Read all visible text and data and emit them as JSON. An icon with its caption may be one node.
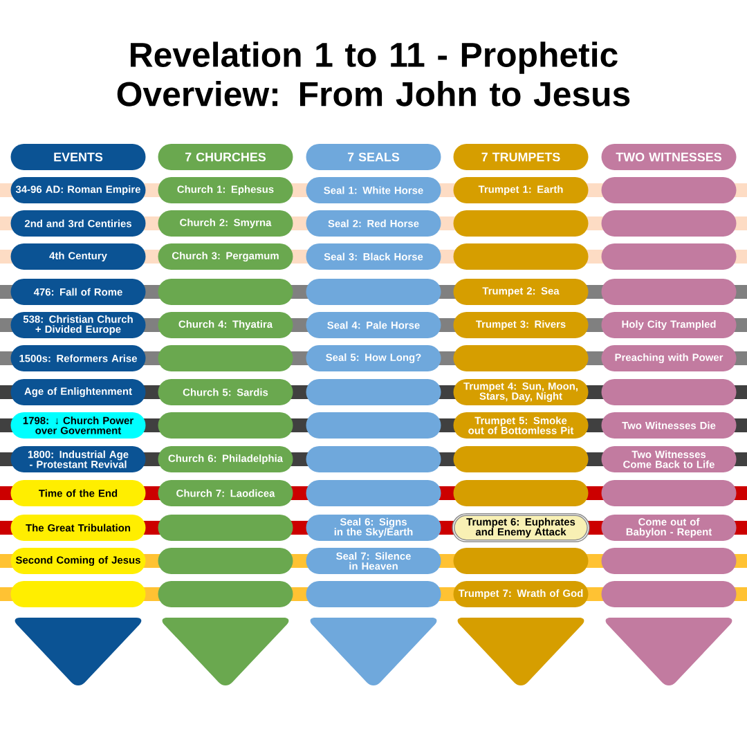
{
  "diagram": {
    "title": "Revelation 1 to 11 - Prophetic Overview: From John to Jesus",
    "nodes": [
      {
        "text": [
          "EVENTS"
        ]
      },
      {
        "text": [
          "7 CHURCHES"
        ]
      },
      {
        "text": [
          "7 SEALS"
        ]
      },
      {
        "text": [
          "7 TRUMPETS"
        ]
      },
      {
        "text": [
          "TWO WITNESSES"
        ]
      },
      {
        "text": [
          "34-96 AD: Roman Empire"
        ]
      },
      {
        "text": [
          "Church 1: Ephesus"
        ]
      },
      {
        "text": [
          "Seal 1: White Horse"
        ]
      },
      {
        "text": [
          "Trumpet 1: Earth"
        ]
      },
      {
        "text": [],
        "shape": "box"
      },
      {
        "text": [
          "2nd and 3rd Centiries"
        ]
      },
      {
        "text": [
          "Church 2: Smyrna"
        ]
      },
      {
        "text": [
          "Seal 2: Red Horse"
        ]
      },
      {
        "text": [],
        "shape": "box"
      },
      {
        "text": [],
        "shape": "box"
      },
      {
        "text": [
          "4th Century"
        ]
      },
      {
        "text": [
          "Church 3: Pergamum"
        ]
      },
      {
        "text": [
          "Seal 3: Black Horse"
        ]
      },
      {
        "text": [],
        "shape": "box"
      },
      {
        "text": [],
        "shape": "box"
      },
      {
        "text": [
          "476: Fall of Rome"
        ]
      },
      {
        "text": [],
        "shape": "box"
      },
      {
        "text": [],
        "shape": "box"
      },
      {
        "text": [
          "Trumpet 2: Sea"
        ]
      },
      {
        "text": [],
        "shape": "box"
      },
      {
        "text": [
          "538: Christian Church + Divided Europe"
        ]
      },
      {
        "text": [
          "Church 4: Thyatira"
        ]
      },
      {
        "text": [
          "Seal 4: Pale Horse"
        ]
      },
      {
        "text": [
          "Trumpet 3: Rivers"
        ]
      },
      {
        "text": [
          "Holy City Trampled"
        ]
      },
      {
        "text": [
          "1500s: Reformers Arise"
        ]
      },
      {
        "text": [],
        "shape": "box"
      },
      {
        "text": [
          "Seal 5: How Long?"
        ]
      },
      {
        "text": [],
        "shape": "box"
      },
      {
        "text": [
          "Preaching with Power"
        ]
      },
      {
        "text": [
          "Age of Enlightenment"
        ]
      },
      {
        "text": [
          "Church 5: Sardis"
        ]
      },
      {
        "text": [],
        "shape": "box"
      },
      {
        "text": [
          "Trumpet 4: Sun, Moon, Stars, Day, Night"
        ]
      },
      {
        "text": [],
        "shape": "box"
      },
      {
        "text": [
          "1798: ↓ Church Power over Government"
        ]
      },
      {
        "text": [],
        "shape": "box"
      },
      {
        "text": [],
        "shape": "box"
      },
      {
        "text": [
          "Trumpet 5: Smoke out of Bottomless Pit"
        ]
      },
      {
        "text": [
          "Two Witnesses Die"
        ]
      },
      {
        "text": [
          "1800: Industrial Age - Protestant Revival"
        ]
      },
      {
        "text": [
          "Church 6: Philadelphia"
        ]
      },
      {
        "text": [],
        "shape": "box"
      },
      {
        "text": [],
        "shape": "box"
      },
      {
        "text": [
          "Two Witnesses Come Back to Life"
        ]
      },
      {
        "text": [
          "Time of the End"
        ]
      },
      {
        "text": [
          "Church 7: Laodicea"
        ]
      },
      {
        "text": [],
        "shape": "box"
      },
      {
        "text": [],
        "shape": "box"
      },
      {
        "text": [],
        "shape": "box"
      },
      {
        "text": [
          "The Great Tribulation"
        ]
      },
      {
        "text": [],
        "shape": "box"
      },
      {
        "text": [
          "Seal 6: Signs in the Sky/Earth"
        ]
      },
      {
        "text": [
          "Trumpet 6: Euphrates and Enemy Attack"
        ]
      },
      {
        "text": [
          "Come out of Babylon - Repent"
        ]
      },
      {
        "text": [
          "Second Coming of Jesus"
        ]
      },
      {
        "text": [],
        "shape": "box"
      },
      {
        "text": [
          "Seal 7: Silence in Heaven"
        ]
      },
      {
        "text": [],
        "shape": "box"
      },
      {
        "text": [],
        "shape": "box"
      },
      {
        "text": [],
        "shape": "box"
      },
      {
        "text": [],
        "shape": "box"
      },
      {
        "text": [],
        "shape": "box"
      },
      {
        "text": [
          "Trumpet 7: Wrath of God"
        ]
      },
      {
        "text": [],
        "shape": "box"
      }
    ]
  }
}
